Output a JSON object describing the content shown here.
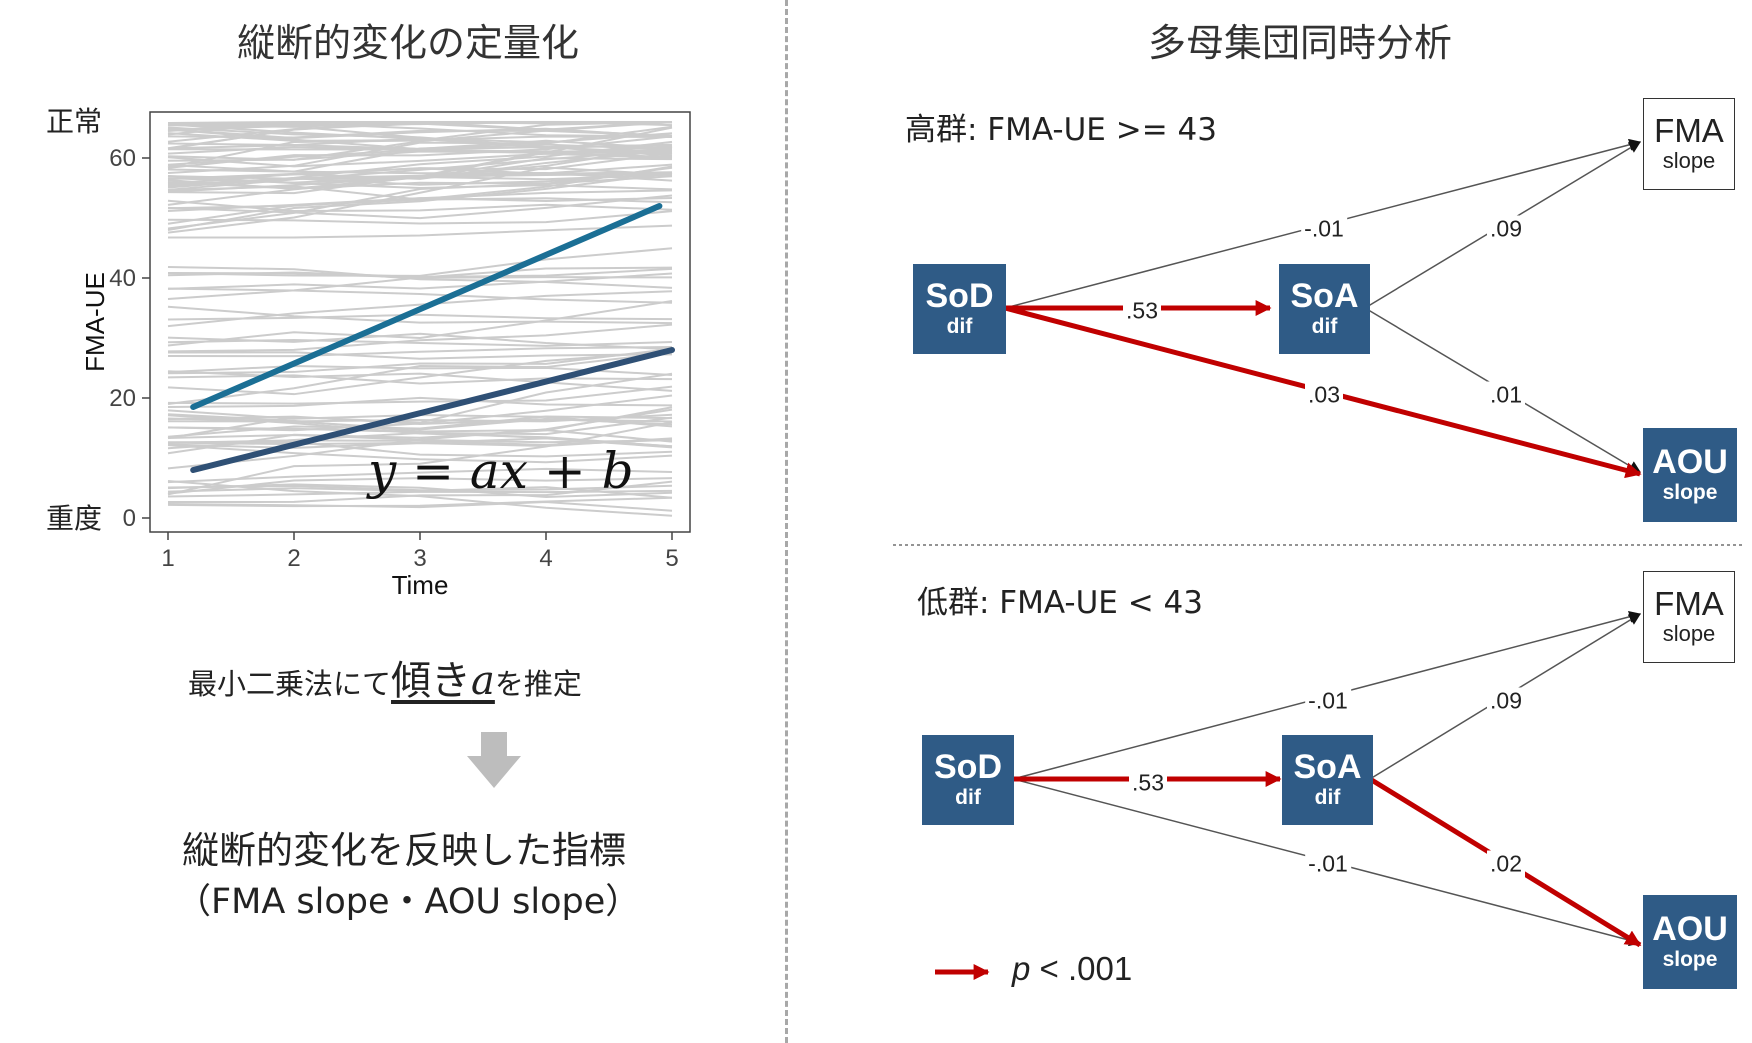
{
  "left": {
    "title": "縦断的変化の定量化",
    "label_top": "正常",
    "label_bottom": "重度",
    "equation": "y = ax + b",
    "method_prefix": "最小二乗法にて",
    "method_emph": "傾き",
    "method_var": "a",
    "method_suffix": "を推定",
    "result_line1": "縦断的変化を反映した指標",
    "result_line2": "（FMA slope・AOU slope）"
  },
  "chart_data": {
    "type": "line",
    "xlabel": "Time",
    "ylabel": "FMA-UE",
    "xlim": [
      1,
      5
    ],
    "ylim": [
      0,
      66
    ],
    "x_ticks": [
      "1",
      "2",
      "3",
      "4",
      "5"
    ],
    "y_ticks": [
      "0",
      "20",
      "40",
      "60"
    ],
    "grid": false,
    "series": [
      {
        "x": [
          1.2,
          4.9
        ],
        "y": [
          18.5,
          52
        ],
        "color": "#1b6f95"
      },
      {
        "x": [
          1.2,
          5.0
        ],
        "y": [
          8,
          28
        ],
        "color": "#2f5075"
      }
    ],
    "background_color": "#cccccc"
  },
  "right": {
    "title": "多母集団同時分析",
    "legend_label": "p < .001",
    "legend_color": "#c00000",
    "high": {
      "label": "高群: FMA-UE >= 43",
      "nodes": {
        "sod": "SoD",
        "sod_sub": "dif",
        "soa": "SoA",
        "soa_sub": "dif",
        "fma": "FMA",
        "fma_sub": "slope",
        "aou": "AOU",
        "aou_sub": "slope"
      },
      "paths": {
        "sod_soa": ".53",
        "sod_fma": "-.01",
        "sod_aou": ".03",
        "soa_fma": ".09",
        "soa_aou": ".01"
      }
    },
    "low": {
      "label": "低群: FMA-UE < 43",
      "nodes": {
        "sod": "SoD",
        "sod_sub": "dif",
        "soa": "SoA",
        "soa_sub": "dif",
        "fma": "FMA",
        "fma_sub": "slope",
        "aou": "AOU",
        "aou_sub": "slope"
      },
      "paths": {
        "sod_soa": ".53",
        "sod_fma": "-.01",
        "sod_aou": "-.01",
        "soa_fma": ".09",
        "soa_aou": ".02"
      }
    },
    "colors": {
      "node_fill": "#2f5b86",
      "significant": "#c00000",
      "nonsignificant": "#444444"
    }
  }
}
